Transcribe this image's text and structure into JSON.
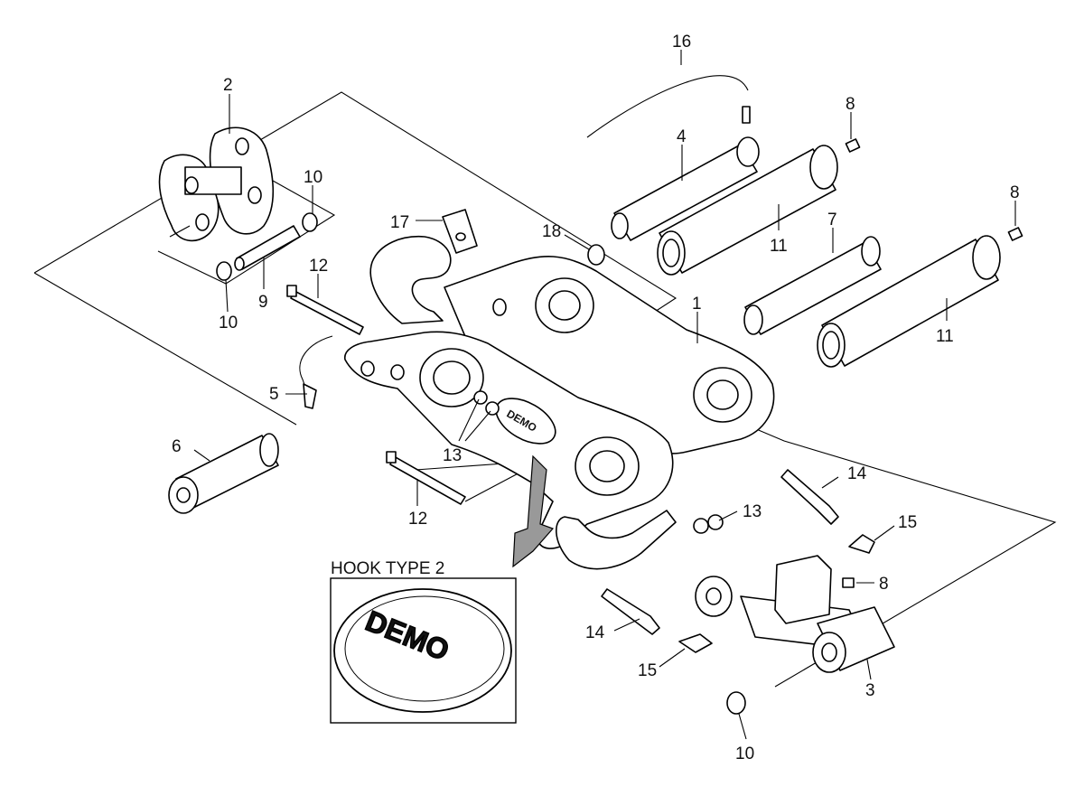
{
  "diagram": {
    "inset_title": "HOOK TYPE 2",
    "logo_text": "DEMO",
    "callouts": [
      {
        "id": "c-16",
        "text": "16"
      },
      {
        "id": "c-2",
        "text": "2"
      },
      {
        "id": "c-8a",
        "text": "8"
      },
      {
        "id": "c-8b",
        "text": "8"
      },
      {
        "id": "c-4",
        "text": "4"
      },
      {
        "id": "c-10a",
        "text": "10"
      },
      {
        "id": "c-17",
        "text": "17"
      },
      {
        "id": "c-18",
        "text": "18"
      },
      {
        "id": "c-11a",
        "text": "11"
      },
      {
        "id": "c-7",
        "text": "7"
      },
      {
        "id": "c-12a",
        "text": "12"
      },
      {
        "id": "c-9",
        "text": "9"
      },
      {
        "id": "c-10b",
        "text": "10"
      },
      {
        "id": "c-1",
        "text": "1"
      },
      {
        "id": "c-11b",
        "text": "11"
      },
      {
        "id": "c-5",
        "text": "5"
      },
      {
        "id": "c-13a",
        "text": "13"
      },
      {
        "id": "c-6",
        "text": "6"
      },
      {
        "id": "c-14a",
        "text": "14"
      },
      {
        "id": "c-12b",
        "text": "12"
      },
      {
        "id": "c-13b",
        "text": "13"
      },
      {
        "id": "c-15a",
        "text": "15"
      },
      {
        "id": "c-8c",
        "text": "8"
      },
      {
        "id": "c-14b",
        "text": "14"
      },
      {
        "id": "c-15b",
        "text": "15"
      },
      {
        "id": "c-3",
        "text": "3"
      },
      {
        "id": "c-10c",
        "text": "10"
      }
    ]
  }
}
